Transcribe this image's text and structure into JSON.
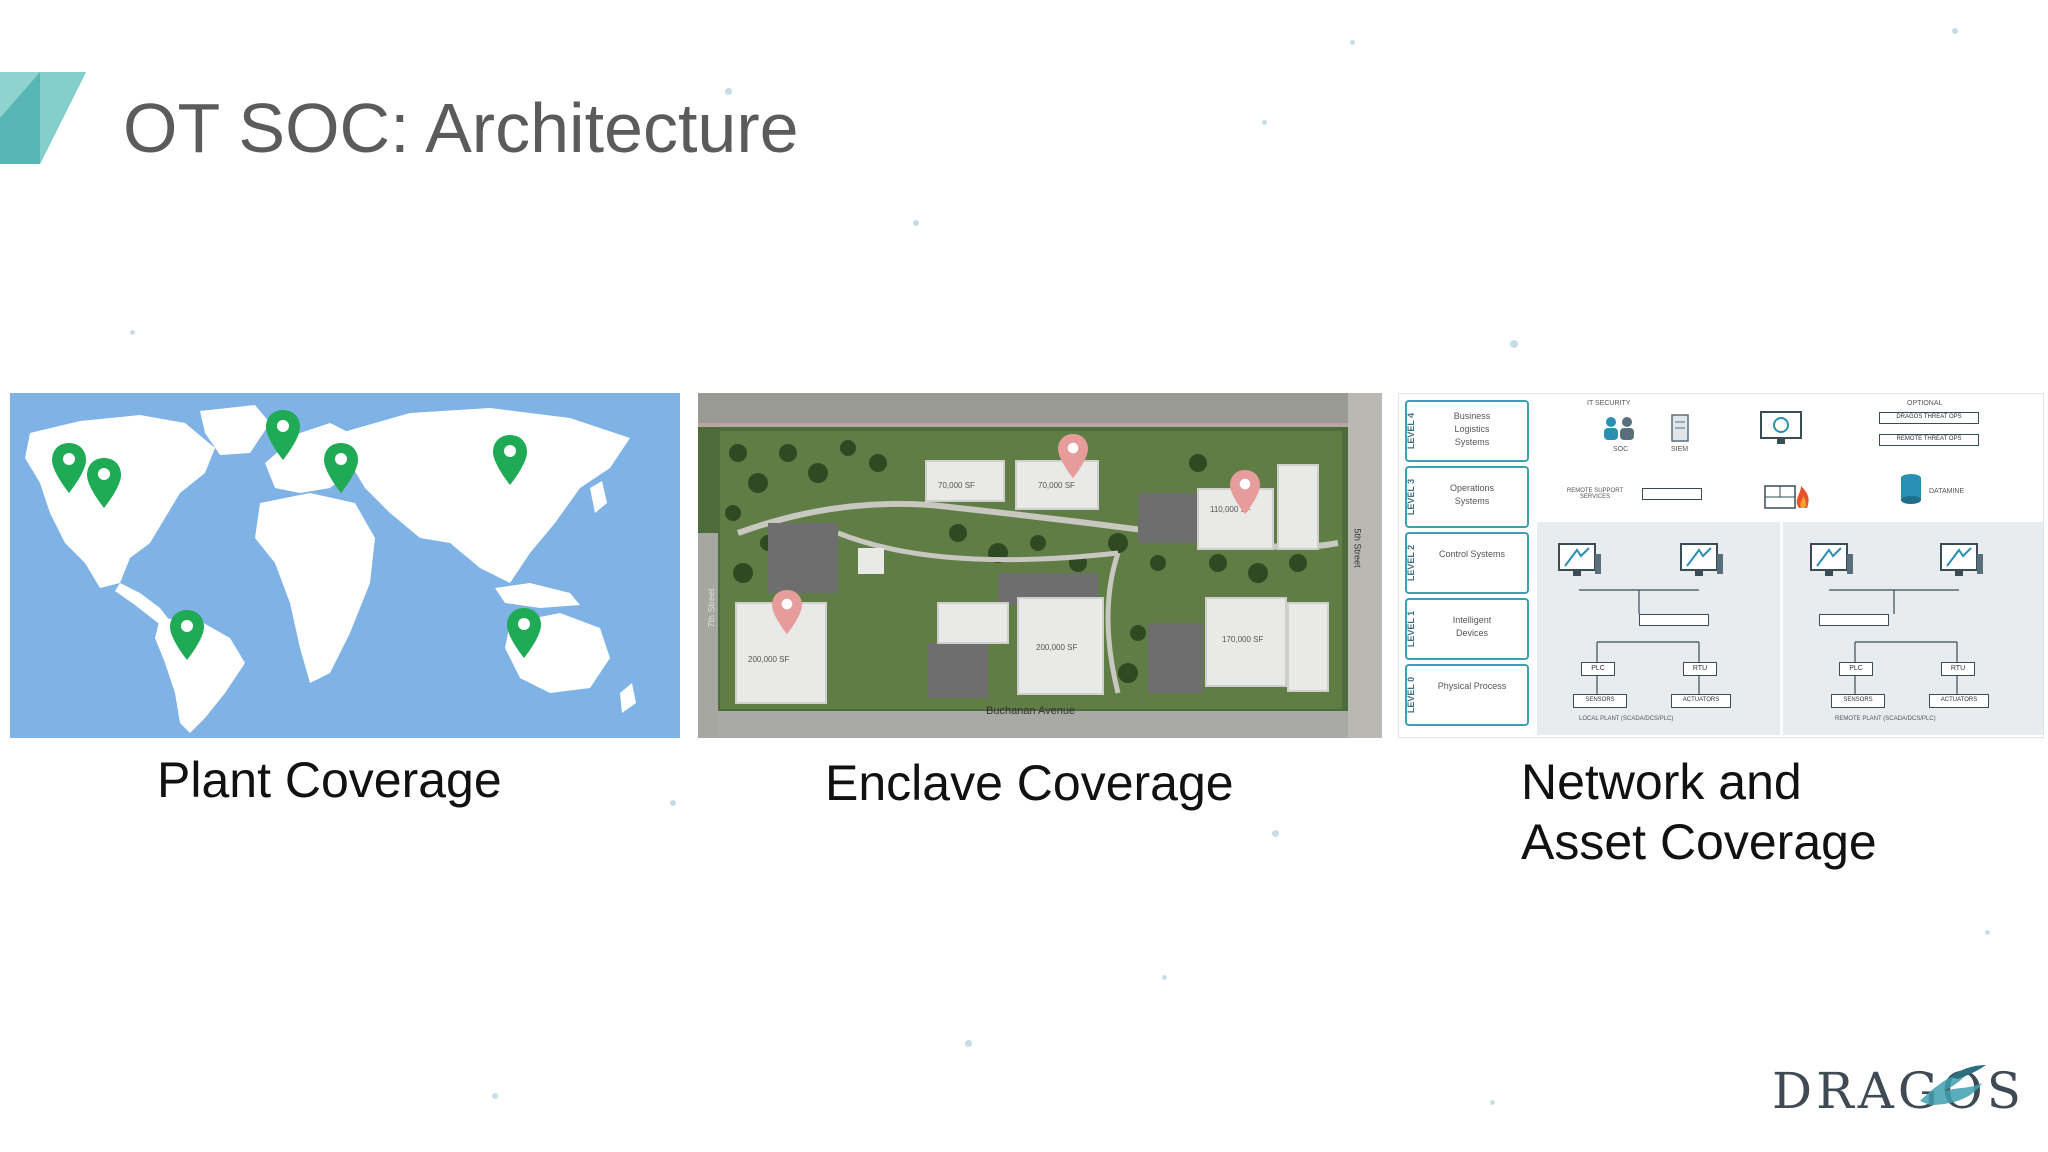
{
  "slide": {
    "title": "OT SOC: Architecture"
  },
  "panels": {
    "plant": {
      "caption": "Plant Coverage",
      "map_color": "#7fb2e5",
      "land_color": "#ffffff",
      "pin_color": "#1faa55",
      "pin_icon": "map-pin-icon"
    },
    "enclave": {
      "caption": "Enclave Coverage",
      "pin_color": "#e79c9c",
      "labels": {
        "street_bottom": "Buchanan Avenue",
        "street_left": "7th Street",
        "street_right": "5th Street",
        "b1": "70,000 SF",
        "b2": "70,000 SF",
        "b3": "110,000 SF",
        "b4": "200,000 SF",
        "b5": "200,000 SF",
        "b6": "170,000 SF"
      }
    },
    "network": {
      "caption_line1": "Network and",
      "caption_line2": "Asset Coverage",
      "levels": [
        {
          "tag": "LEVEL 4",
          "name": "Business Logistics Systems"
        },
        {
          "tag": "LEVEL 3",
          "name": "Operations Systems"
        },
        {
          "tag": "LEVEL 2",
          "name": "Control Systems"
        },
        {
          "tag": "LEVEL 1",
          "name": "Intelligent Devices"
        },
        {
          "tag": "LEVEL 0",
          "name": "Physical Process"
        }
      ],
      "labels": {
        "it_security": "IT SECURITY",
        "optional": "OPTIONAL",
        "dragos_threat_ops": "DRAGOS THREAT OPS",
        "remote_threat_ops": "REMOTE THREAT OPS",
        "soc": "SOC",
        "siem": "SIEM",
        "remote_support": "REMOTE SUPPORT SERVICES",
        "datamine": "DATAMINE",
        "local_plant": "LOCAL PLANT (SCADA/DCS/PLC)",
        "remote_plant": "REMOTE PLANT (SCADA/DCS/PLC)",
        "plc": "PLC",
        "rtu": "RTU",
        "sensors": "SENSORS",
        "actuators": "ACTUATORS"
      },
      "accent_color": "#3f9fb0"
    }
  },
  "logo": {
    "text": "DRAGOS",
    "icon": "dragon-icon"
  }
}
